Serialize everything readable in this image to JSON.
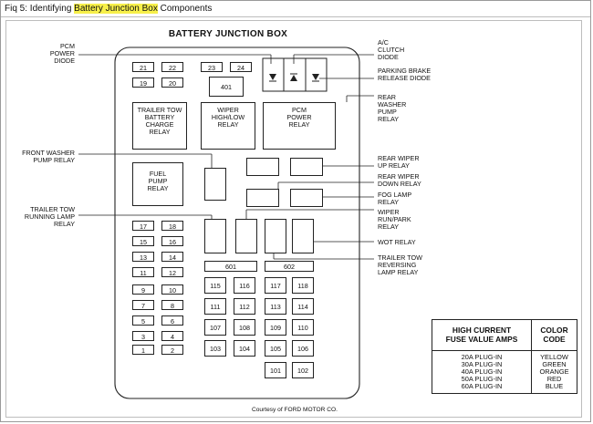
{
  "window": {
    "title_prefix": "Fiq 5: Identifying ",
    "title_highlight": "Battery Junction Box",
    "title_suffix": " Components"
  },
  "diagram": {
    "title": "BATTERY JUNCTION BOX",
    "left_labels": {
      "pcm_diode": "PCM\nPOWER\nDIODE",
      "front_washer": "FRONT WASHER\nPUMP RELAY",
      "trailer_running": "TRAILER TOW\nRUNNING LAMP\nRELAY"
    },
    "right_labels": {
      "ac_diode": "A/C\nCLUTCH\nDIODE",
      "parking_brake": "PARKING BRAKE\nRELEASE DIODE",
      "rear_washer": "REAR\nWASHER\nPUMP\nRELAY",
      "rear_wiper_up": "REAR WIPER\nUP RELAY",
      "rear_wiper_down": "REAR WIPER\nDOWN RELAY",
      "fog": "FOG LAMP\nRELAY",
      "wiper_run": "WIPER\nRUN/PARK\nRELAY",
      "wot": "WOT RELAY",
      "trailer_reversing": "TRAILER TOW\nREVERSING\nLAMP RELAY"
    },
    "inner_relays": {
      "trailer_battery": "TRAILER TOW\nBATTERY\nCHARGE\nRELAY",
      "wiper_hilo": "WIPER\nHIGH/LOW\nRELAY",
      "pcm_power": "PCM\nPOWER\nRELAY",
      "fuel_pump": "FUEL\nPUMP\nRELAY"
    },
    "top_fuses": [
      "21",
      "22",
      "23",
      "24",
      "19",
      "20"
    ],
    "fuse_401": "401",
    "mini_fuses": [
      "17",
      "18",
      "15",
      "16",
      "13",
      "14",
      "11",
      "12",
      "9",
      "10",
      "7",
      "8",
      "5",
      "6",
      "3",
      "4",
      "1",
      "2"
    ],
    "fuse_601": "601",
    "fuse_602": "602",
    "maxi_fuses": [
      "115",
      "116",
      "117",
      "118",
      "111",
      "112",
      "113",
      "114",
      "107",
      "108",
      "109",
      "110",
      "103",
      "104",
      "105",
      "106",
      "101",
      "102"
    ]
  },
  "table": {
    "col1_header": "HIGH CURRENT\nFUSE VALUE AMPS",
    "col2_header": "COLOR\nCODE",
    "rows": [
      {
        "amps": "20A PLUG-IN",
        "color": "YELLOW"
      },
      {
        "amps": "30A PLUG-IN",
        "color": "GREEN"
      },
      {
        "amps": "40A PLUG-IN",
        "color": "ORANGE"
      },
      {
        "amps": "50A PLUG-IN",
        "color": "RED"
      },
      {
        "amps": "60A PLUG-IN",
        "color": "BLUE"
      }
    ]
  },
  "courtesy": "Courtesy of FORD MOTOR CO."
}
